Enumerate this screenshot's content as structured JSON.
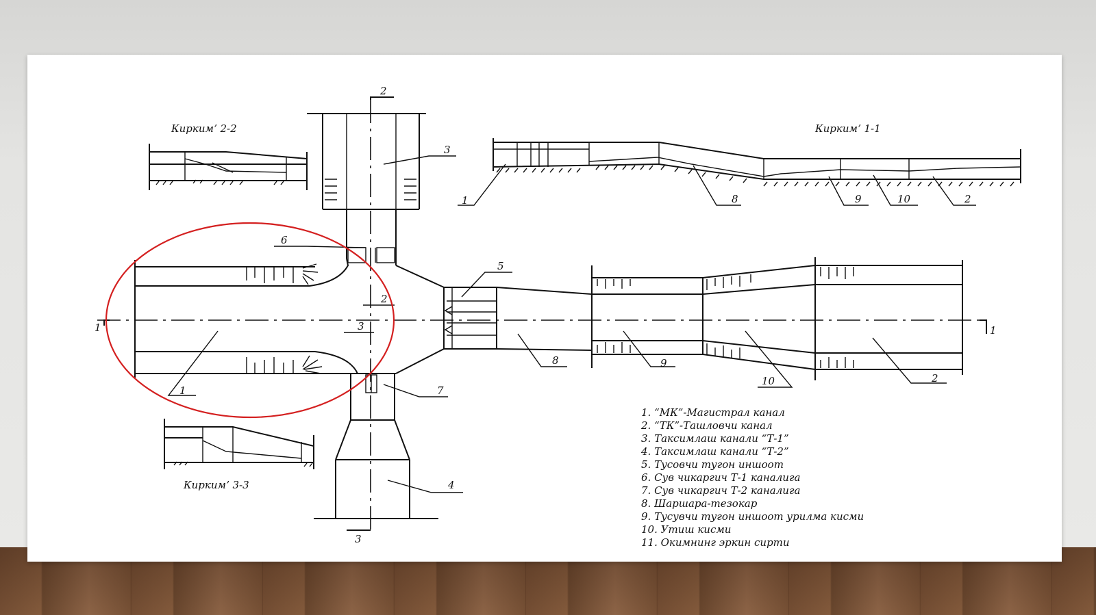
{
  "section_titles": {
    "s22": "Киркимʼ 2-2",
    "s11": "Киркимʼ 1-1",
    "s33": "Киркимʼ 3-3"
  },
  "section_marks": {
    "top2": "2",
    "mid2": "2",
    "mid3": "3",
    "bot3": "3",
    "left1": "1",
    "right1": "1"
  },
  "callouts": {
    "c1_plan": "1",
    "c2_plan": "2",
    "c3_plan": "3",
    "c4_plan": "4",
    "c5_plan": "5",
    "c6_plan": "6",
    "c7_plan": "7",
    "c8_plan": "8",
    "c9_plan": "9",
    "c10_plan": "10",
    "c1_prof": "1",
    "c8_prof": "8",
    "c9_prof": "9",
    "c10_prof": "10",
    "c2_prof": "2"
  },
  "legend": [
    "1. “МК”-Магистрал канал",
    "2. “ТК”-Ташловчи канал",
    "3. Таксимлаш канали “Т-1”",
    "4. Таксимлаш канали “Т-2”",
    "5.  Тусовчи тугон иншоот",
    "6. Сув чикаргич Т-1 каналига",
    "7. Сув чикаргич Т-2 каналига",
    "8. Шаршара-тезокар",
    "9. Тусувчи тугон иншоот урилма кисми",
    "10. Утиш кисми",
    "11. Окимнинг эркин сирти"
  ],
  "colors": {
    "highlight_ellipse": "#d42020",
    "ink": "#111111",
    "board": "#ffffff"
  }
}
